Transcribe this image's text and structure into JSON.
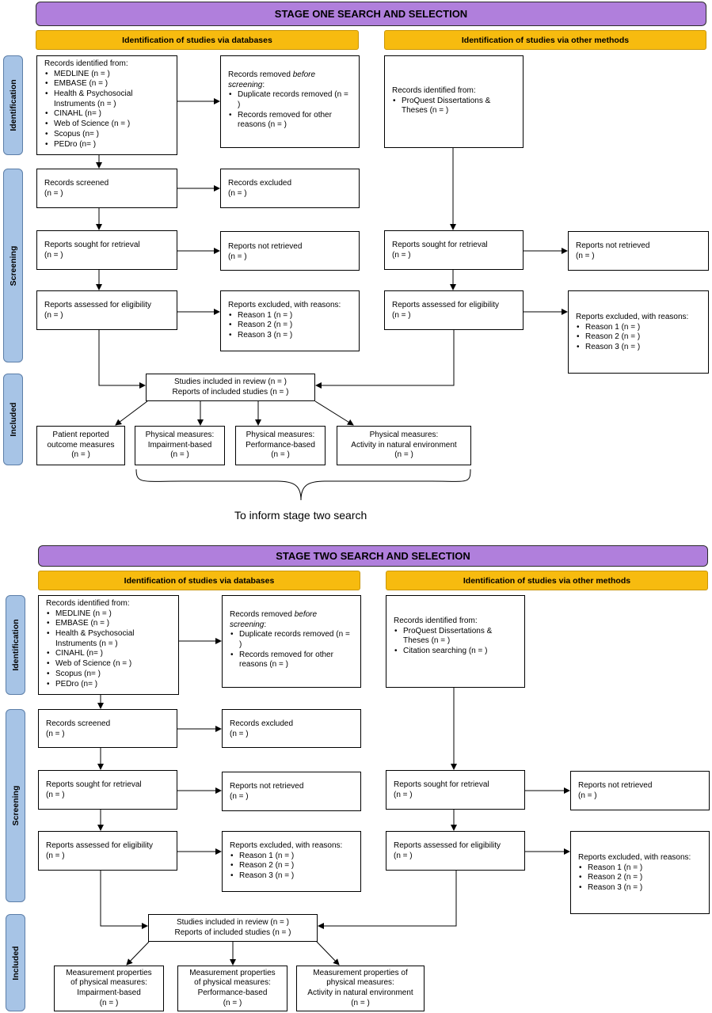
{
  "stage1": {
    "title": "STAGE ONE SEARCH AND SELECTION",
    "db_header": "Identification of studies via databases",
    "other_header": "Identification of studies via other methods",
    "side_labels": [
      "Identification",
      "Screening",
      "Included"
    ],
    "db": {
      "identified": {
        "title": "Records identified from:",
        "items": [
          "MEDLINE (n = )",
          "EMBASE (n = )",
          "Health & Psychosocial Instruments (n = )",
          "CINAHL (n= )",
          "Web of Science (n = )",
          "Scopus (n= )",
          "PEDro (n= )"
        ]
      },
      "removed": {
        "title_pre": "Records removed ",
        "title_em": "before screening",
        "title_post": ":",
        "items": [
          "Duplicate records removed (n = )",
          "Records removed for other reasons (n = )"
        ]
      },
      "screened": {
        "line1": "Records screened",
        "line2": "(n = )"
      },
      "excluded": {
        "line1": "Records excluded",
        "line2": "(n = )"
      },
      "sought": {
        "line1": "Reports sought for retrieval",
        "line2": "(n = )"
      },
      "not_retrieved": {
        "line1": "Reports not retrieved",
        "line2": "(n = )"
      },
      "assessed": {
        "line1": "Reports assessed for eligibility",
        "line2": "(n = )"
      },
      "reports_excluded": {
        "title": "Reports excluded, with reasons:",
        "items": [
          "Reason 1 (n = )",
          "Reason 2 (n = )",
          "Reason 3 (n = )"
        ]
      }
    },
    "other": {
      "identified": {
        "title": "Records identified from:",
        "items": [
          "ProQuest Dissertations & Theses (n = )"
        ]
      },
      "sought": {
        "line1": "Reports sought for retrieval",
        "line2": "(n = )"
      },
      "not_retrieved": {
        "line1": "Reports not retrieved",
        "line2": "(n = )"
      },
      "assessed": {
        "line1": "Reports assessed for eligibility",
        "line2": "(n = )"
      },
      "reports_excluded": {
        "title": "Reports excluded, with reasons:",
        "items": [
          "Reason 1 (n = )",
          "Reason 2 (n = )",
          "Reason 3 (n = )"
        ]
      }
    },
    "included": {
      "line1": "Studies included in review (n = )",
      "line2": "Reports of included studies (n = )"
    },
    "outcomes": [
      {
        "line1": "Patient reported",
        "line2": "outcome measures",
        "line3": "(n = )"
      },
      {
        "line1": "Physical measures:",
        "line2": "Impairment-based",
        "line3": "(n = )"
      },
      {
        "line1": "Physical measures:",
        "line2": "Performance-based",
        "line3": "(n = )"
      },
      {
        "line1": "Physical measures:",
        "line2": "Activity in natural environment",
        "line3": "(n = )"
      }
    ],
    "brace_note": "To inform stage two search"
  },
  "stage2": {
    "title": "STAGE TWO SEARCH AND SELECTION",
    "db_header": "Identification of studies via databases",
    "other_header": "Identification of studies via other methods",
    "side_labels": [
      "Identification",
      "Screening",
      "Included"
    ],
    "db": {
      "identified": {
        "title": "Records identified from:",
        "items": [
          "MEDLINE (n = )",
          "EMBASE (n = )",
          "Health & Psychosocial Instruments (n = )",
          "CINAHL (n= )",
          "Web of Science (n = )",
          "Scopus (n= )",
          "PEDro (n= )"
        ]
      },
      "removed": {
        "title_pre": "Records removed ",
        "title_em": "before screening",
        "title_post": ":",
        "items": [
          "Duplicate records removed (n = )",
          "Records removed for other reasons (n = )"
        ]
      },
      "screened": {
        "line1": "Records screened",
        "line2": "(n = )"
      },
      "excluded": {
        "line1": "Records excluded",
        "line2": "(n = )"
      },
      "sought": {
        "line1": "Reports sought for retrieval",
        "line2": "(n = )"
      },
      "not_retrieved": {
        "line1": "Reports not retrieved",
        "line2": "(n = )"
      },
      "assessed": {
        "line1": "Reports assessed for eligibility",
        "line2": "(n = )"
      },
      "reports_excluded": {
        "title": "Reports excluded, with reasons:",
        "items": [
          "Reason 1 (n = )",
          "Reason 2 (n = )",
          "Reason 3 (n = )"
        ]
      }
    },
    "other": {
      "identified": {
        "title": "Records identified from:",
        "items": [
          "ProQuest Dissertations & Theses (n = )",
          "Citation searching (n = )"
        ]
      },
      "sought": {
        "line1": "Reports sought for retrieval",
        "line2": "(n = )"
      },
      "not_retrieved": {
        "line1": "Reports not retrieved",
        "line2": "(n = )"
      },
      "assessed": {
        "line1": "Reports assessed for eligibility",
        "line2": "(n = )"
      },
      "reports_excluded": {
        "title": "Reports excluded, with reasons:",
        "items": [
          "Reason 1 (n = )",
          "Reason 2 (n = )",
          "Reason 3 (n = )"
        ]
      }
    },
    "included": {
      "line1": "Studies included in review (n = )",
      "line2": "Reports of included studies (n = )"
    },
    "outcomes": [
      {
        "line1": "Measurement properties",
        "line2": "of physical measures:",
        "line3": "Impairment-based",
        "line4": "(n = )"
      },
      {
        "line1": "Measurement properties",
        "line2": "of physical measures:",
        "line3": "Performance-based",
        "line4": "(n = )"
      },
      {
        "line1": "Measurement properties of",
        "line2": "physical measures:",
        "line3": "Activity in natural environment",
        "line4": "(n = )"
      }
    ]
  },
  "colors": {
    "banner": "#b07fdc",
    "gold": "#f7bb0f",
    "side": "#a7c4e6"
  }
}
